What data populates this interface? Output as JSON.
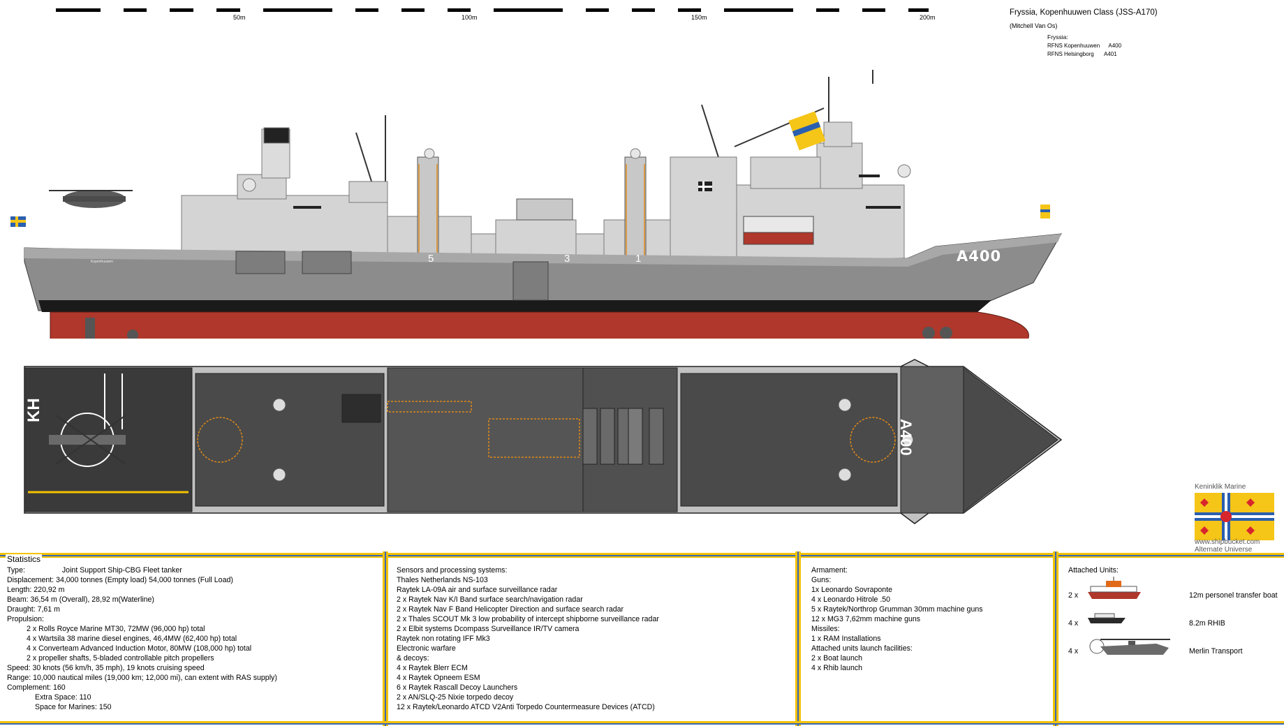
{
  "scale": {
    "labels": [
      "50m",
      "100m",
      "150m",
      "200m"
    ]
  },
  "header": {
    "title": "Fryssia, Kopenhuuwen Class (JSS-A170)",
    "author": "(Mitchell Van Os)",
    "country": "Fryssia:",
    "ships": [
      {
        "name": "RFNS Kopenhuuwen",
        "pennant": "A400"
      },
      {
        "name": "RFNS Helsingborg",
        "pennant": "A401"
      }
    ]
  },
  "hull": {
    "pennant": "A400",
    "name_on_hull": "Kopenhuuwen",
    "replenishment_station_numbers": [
      "5",
      "3",
      "1"
    ],
    "helideck_marking": "KH"
  },
  "insignia": {
    "title": "Keninklik Marine",
    "site": "www.shipbucket.com",
    "note": "Alternate Universe"
  },
  "colors": {
    "hull_grey": "#8c8c8c",
    "superstructure": "#d4d4d4",
    "antifouling": "#b0372b",
    "waterline": "#1a1a1a",
    "deck": "#4a4a4a",
    "flag_blue": "#2a5fb0",
    "flag_yellow": "#f5c518",
    "flag_red": "#d8262d",
    "panel_yellow": "#f2c200",
    "panel_blue": "#3a67b8"
  },
  "stats": {
    "tab_label": "Statistics",
    "general": [
      {
        "text": "Type:                  Joint Support Ship-CBG Fleet tanker",
        "indent": 0
      },
      {
        "text": "Displacement: 34,000 tonnes (Empty load)  54,000 tonnes (Full Load)",
        "indent": 0
      },
      {
        "text": "Length: 220,92 m",
        "indent": 0
      },
      {
        "text": "Beam: 36,54 m (Overall), 28,92 m(Waterline)",
        "indent": 0
      },
      {
        "text": "Draught: 7,61 m",
        "indent": 0
      },
      {
        "text": "Propulsion:",
        "indent": 0
      },
      {
        "text": "2 x Rolls Royce Marine MT30, 72MW (96,000 hp) total",
        "indent": 1
      },
      {
        "text": "4 x Wartsila 38 marine diesel engines, 46,4MW (62,400 hp) total",
        "indent": 1
      },
      {
        "text": "4 x Converteam Advanced Induction Motor, 80MW (108,000 hp) total",
        "indent": 1
      },
      {
        "text": "2 x propeller shafts, 5-bladed controllable pitch propellers",
        "indent": 1
      },
      {
        "text": "Speed: 30 knots (56 km/h, 35 mph), 19 knots cruising speed",
        "indent": 0
      },
      {
        "text": "Range: 10,000 nautical miles (19,000 km; 12,000 mi), can extent with RAS supply)",
        "indent": 0
      },
      {
        "text": "Complement: 160",
        "indent": 0
      },
      {
        "text": "Extra Space: 110",
        "indent": 1
      },
      {
        "text": "Space for Marines: 150",
        "indent": 1
      }
    ],
    "sensors": [
      "Sensors and processing systems:",
      "Thales Netherlands NS-103",
      "Raytek LA-09A air and surface surveillance radar",
      "2 x Raytek Nav K/I Band surface search/navigation radar",
      "2 x Raytek Nav F Band Helicopter Direction and surface search radar",
      "2 x Thales SCOUT Mk 3 low probability of intercept shipborne surveillance radar",
      "2 x Elbit systems Dcompass Surveillance IR/TV camera",
      "Raytek non rotating IFF Mk3",
      "Electronic warfare",
      "& decoys:",
      "4 x Raytek Blerr ECM",
      "4 x Raytek Opneem ESM",
      "6 x Raytek Rascall Decoy Launchers",
      "2 x AN/SLQ-25 Nixie torpedo decoy",
      "12 x Raytek/Leonardo ATCD V2Anti Torpedo Countermeasure Devices (ATCD)"
    ],
    "armament": [
      "Armament:",
      "Guns:",
      "1x Leonardo Sovraponte",
      "4 x Leonardo Hitrole .50",
      "5 x Raytek/Northrop Grumman 30mm machine guns",
      "12 x MG3 7,62mm machine guns",
      "Missiles:",
      "1 x RAM Installations",
      "Attached units launch facilities:",
      "2 x Boat launch",
      "4 x Rhib launch"
    ],
    "attached": {
      "title": "Attached Units:",
      "units": [
        {
          "qty": "2 x",
          "name": "12m personel transfer boat",
          "icon": "transfer-boat-icon"
        },
        {
          "qty": "4 x",
          "name": "8.2m RHIB",
          "icon": "rhib-icon"
        },
        {
          "qty": "4 x",
          "name": "Merlin Transport",
          "icon": "helicopter-icon"
        }
      ]
    }
  }
}
